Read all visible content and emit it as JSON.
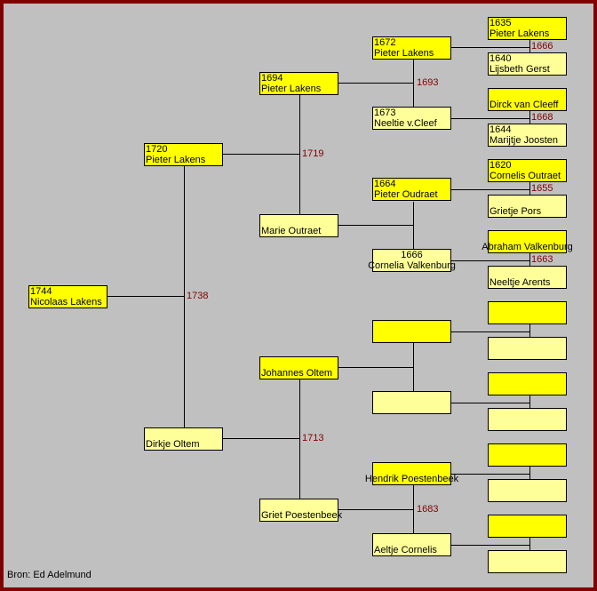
{
  "persons": [
    {
      "year": "1744",
      "name": "Nicolaas Lakens"
    },
    {
      "year": "1720",
      "name": "Pieter Lakens"
    },
    {
      "year": "",
      "name": "Dirkje Oltem"
    },
    {
      "year": "1694",
      "name": "Pieter Lakens"
    },
    {
      "year": "",
      "name": "Marie Outraet"
    },
    {
      "year": "",
      "name": "Johannes Oltem"
    },
    {
      "year": "",
      "name": "Griet Poestenbeek"
    },
    {
      "year": "1672",
      "name": "Pieter Lakens"
    },
    {
      "year": "1673",
      "name": "Neeltie v.Cleef"
    },
    {
      "year": "1664",
      "name": "Pieter Oudraet"
    },
    {
      "year": "1666",
      "name": "Cornelia Valkenburg"
    },
    {
      "year": "",
      "name": ""
    },
    {
      "year": "",
      "name": ""
    },
    {
      "year": "",
      "name": "Hendrik Poestenbeek"
    },
    {
      "year": "",
      "name": "Aeltje Cornelis"
    },
    {
      "year": "1635",
      "name": "Pieter Lakens"
    },
    {
      "year": "1640",
      "name": "Lijsbeth Gerst"
    },
    {
      "year": "",
      "name": "Dirck van Cleeff"
    },
    {
      "year": "1644",
      "name": "Marijtje Joosten"
    },
    {
      "year": "1620",
      "name": "Cornelis Outraet"
    },
    {
      "year": "",
      "name": "Grietje Pors"
    },
    {
      "year": "",
      "name": "Abraham Valkenburg"
    },
    {
      "year": "",
      "name": "Neeltje Arents"
    },
    {
      "year": "",
      "name": ""
    },
    {
      "year": "",
      "name": ""
    },
    {
      "year": "",
      "name": ""
    },
    {
      "year": "",
      "name": ""
    },
    {
      "year": "",
      "name": ""
    },
    {
      "year": "",
      "name": ""
    },
    {
      "year": "",
      "name": ""
    },
    {
      "year": "",
      "name": ""
    }
  ],
  "marriages": {
    "m1": "1738",
    "m2": "1719",
    "m3": "1713",
    "m4": "1693",
    "m5": "1683",
    "m6": "1666",
    "m7": "1668",
    "m8": "1655",
    "m9": "1663"
  },
  "source": "Bron: Ed Adelmund",
  "colors": {
    "frame": "#800000",
    "background": "#c0c0c0",
    "male": "#ffff00",
    "female": "#ffff99",
    "marriage_year": "#800000"
  }
}
